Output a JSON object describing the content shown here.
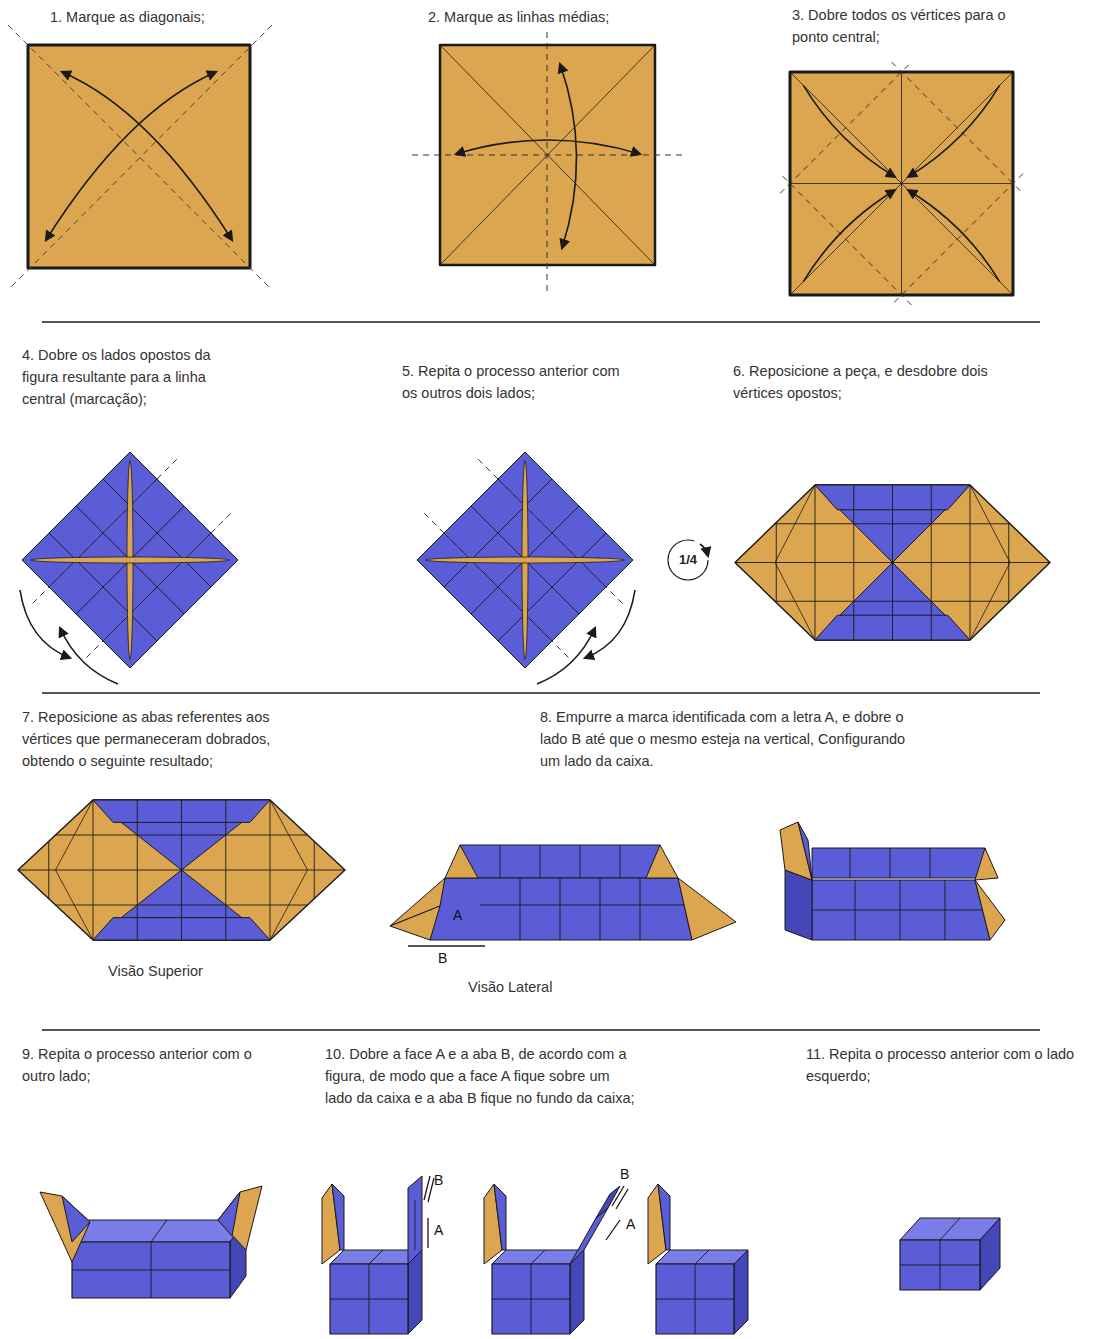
{
  "diagram": {
    "labels": [
      "1. Marque as diagonais;",
      "2. Marque as linhas médias;",
      "3. Dobre todos os vértices para o ponto central;",
      "4. Dobre os lados opostos da figura resultante para a linha central (marcação);",
      "5. Repita o processo anterior com os outros dois lados;",
      "1/4",
      "6. Reposicione a peça, e desdobre dois vértices opostos;",
      "7. Reposicione as abas referentes aos vértices que permaneceram dobrados, obtendo o seguinte resultado;",
      "8. Empurre a marca identificada com a letra A, e dobre o lado B até que o mesmo esteja na vertical, Configurando um lado da caixa.",
      "A",
      "B",
      "Visão Superior",
      "Visão Lateral",
      "9. Repita o processo anterior com o outro lado;",
      "10. Dobre a face A e a aba B, de acordo com a figura, de modo que a face A fique sobre um lado da caixa e a aba B fique no fundo da caixa;",
      "B",
      "A",
      "B",
      "A",
      "11. Repita o processo anterior com o lado esquerdo;"
    ]
  }
}
